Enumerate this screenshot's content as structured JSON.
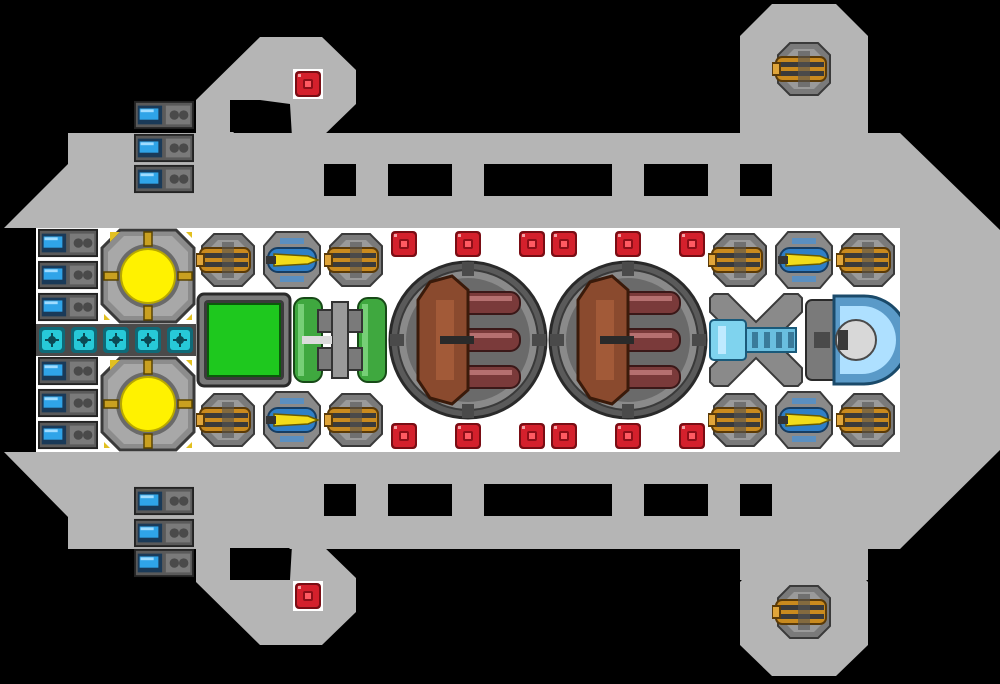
{
  "scene": {
    "background": "#000000",
    "hull_color": "#b5b5b5",
    "deck_color": "#ffffff"
  },
  "parts": {
    "armor": "red-armor-block",
    "gun": "orange-gatling-gun",
    "missile": "yellow-missile-launcher",
    "battery": "blue-battery-cell",
    "conduit": "cyan-conduit",
    "reactor": "yellow-reactor-core",
    "shield": "green-shield-generator",
    "tank": "green-fuel-tank",
    "cannon": "triple-barrel-turret",
    "ion": "blue-ion-emitter",
    "cockpit": "blue-cockpit-dome"
  },
  "colors": {
    "armor_red": "#cc1f2a",
    "gun_orange": "#c98a1e",
    "missile_yellow": "#f2dc1a",
    "battery_blue": "#2fa4e8",
    "conduit_cyan": "#27c9d8",
    "reactor_yellow": "#fff200",
    "shield_green": "#1ec81e",
    "tank_green": "#3fa83f",
    "turret_brown": "#8a4a2e",
    "ion_blue": "#7fd3ee"
  }
}
